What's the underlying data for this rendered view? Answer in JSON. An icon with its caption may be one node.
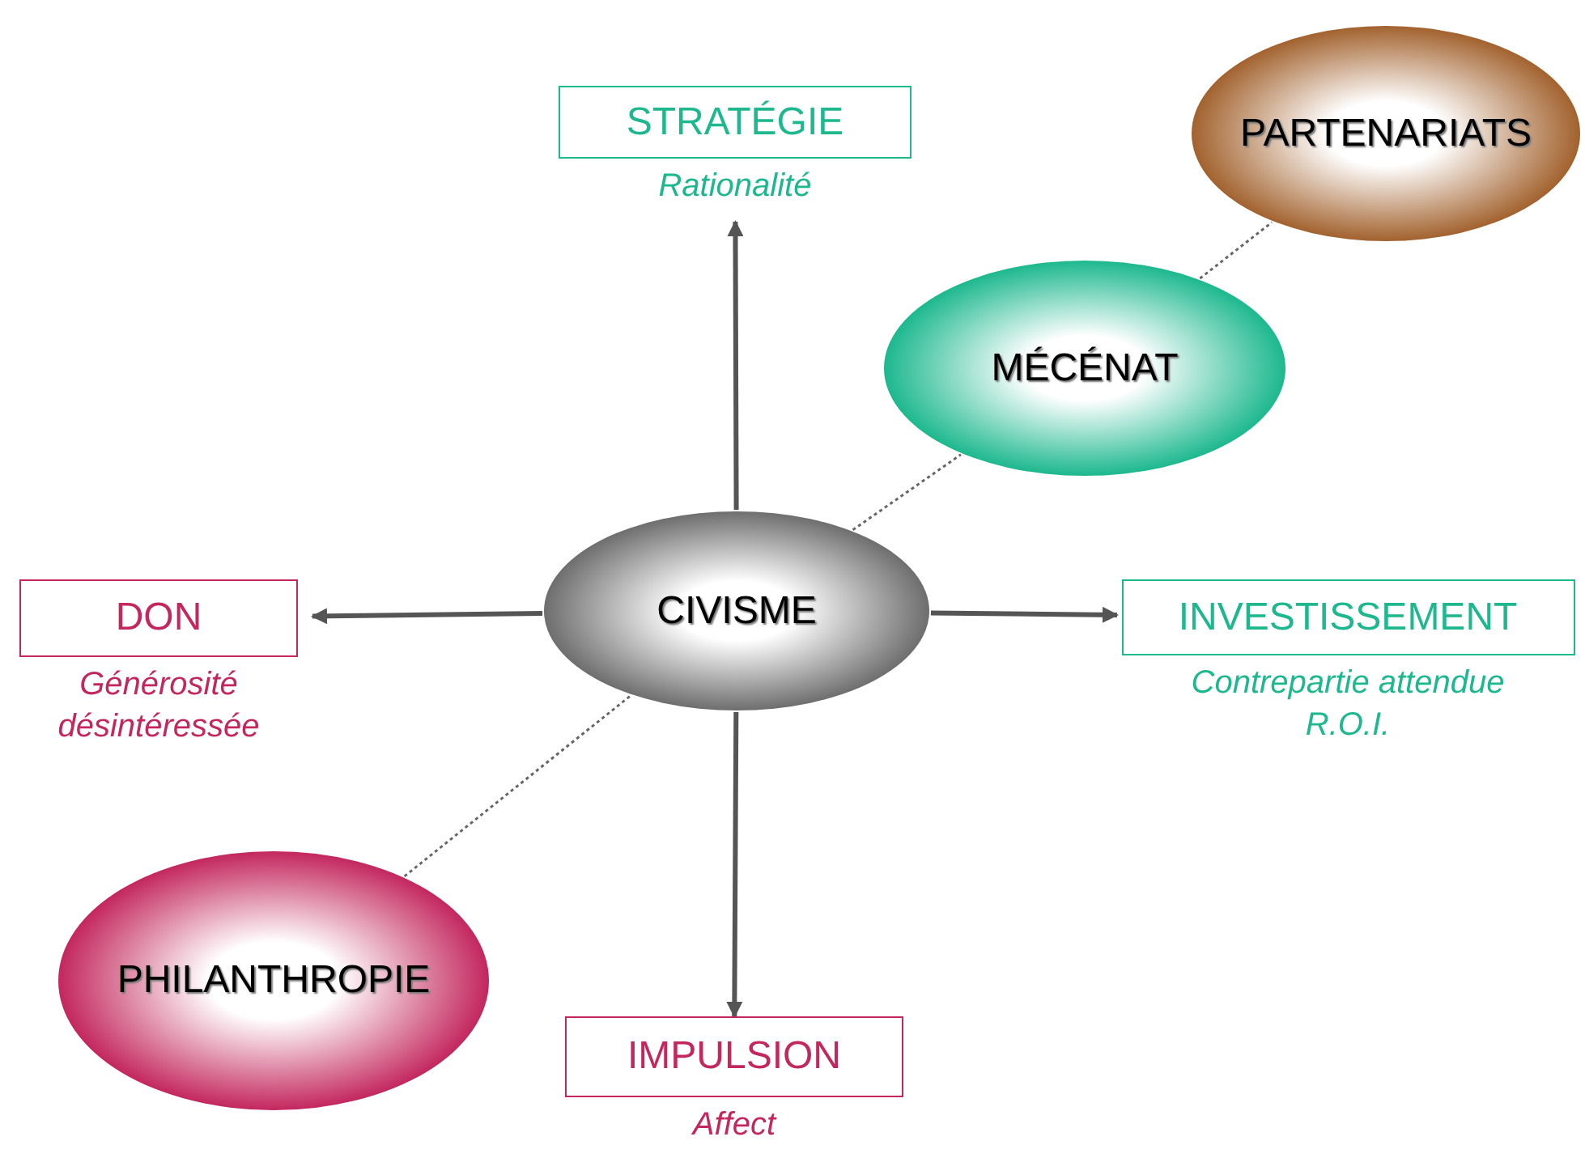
{
  "diagram": {
    "nodes": [
      {
        "text": [
          "CIVISME"
        ]
      },
      {
        "text": [
          "STRATÉGIE"
        ],
        "beside": [
          "Rationalité"
        ]
      },
      {
        "text": [
          "PARTENARIATS"
        ]
      },
      {
        "text": [
          "MÉCÉNAT"
        ]
      },
      {
        "text": [
          "DON"
        ],
        "beside": [
          "Générosité désintéressée"
        ]
      },
      {
        "text": [
          "INVESTISSEMENT"
        ],
        "beside": [
          "Contrepartie attendue",
          "R.O.I."
        ]
      },
      {
        "text": [
          "PHILANTHROPIE"
        ]
      },
      {
        "text": [
          "IMPULSION"
        ],
        "beside": [
          "Affect"
        ]
      }
    ],
    "edges": [
      {
        "from": 0,
        "to": 1,
        "arrow": "to"
      },
      {
        "from": 0,
        "to": 4,
        "arrow": "to"
      },
      {
        "from": 0,
        "to": 5,
        "arrow": "to"
      },
      {
        "from": 0,
        "to": 7,
        "arrow": "to"
      },
      {
        "from": 0,
        "to": 3,
        "arrow": "none",
        "style": "dashed"
      },
      {
        "from": 3,
        "to": 2,
        "arrow": "none",
        "style": "dashed"
      },
      {
        "from": 6,
        "to": 0,
        "arrow": "none",
        "style": "dashed"
      }
    ]
  }
}
